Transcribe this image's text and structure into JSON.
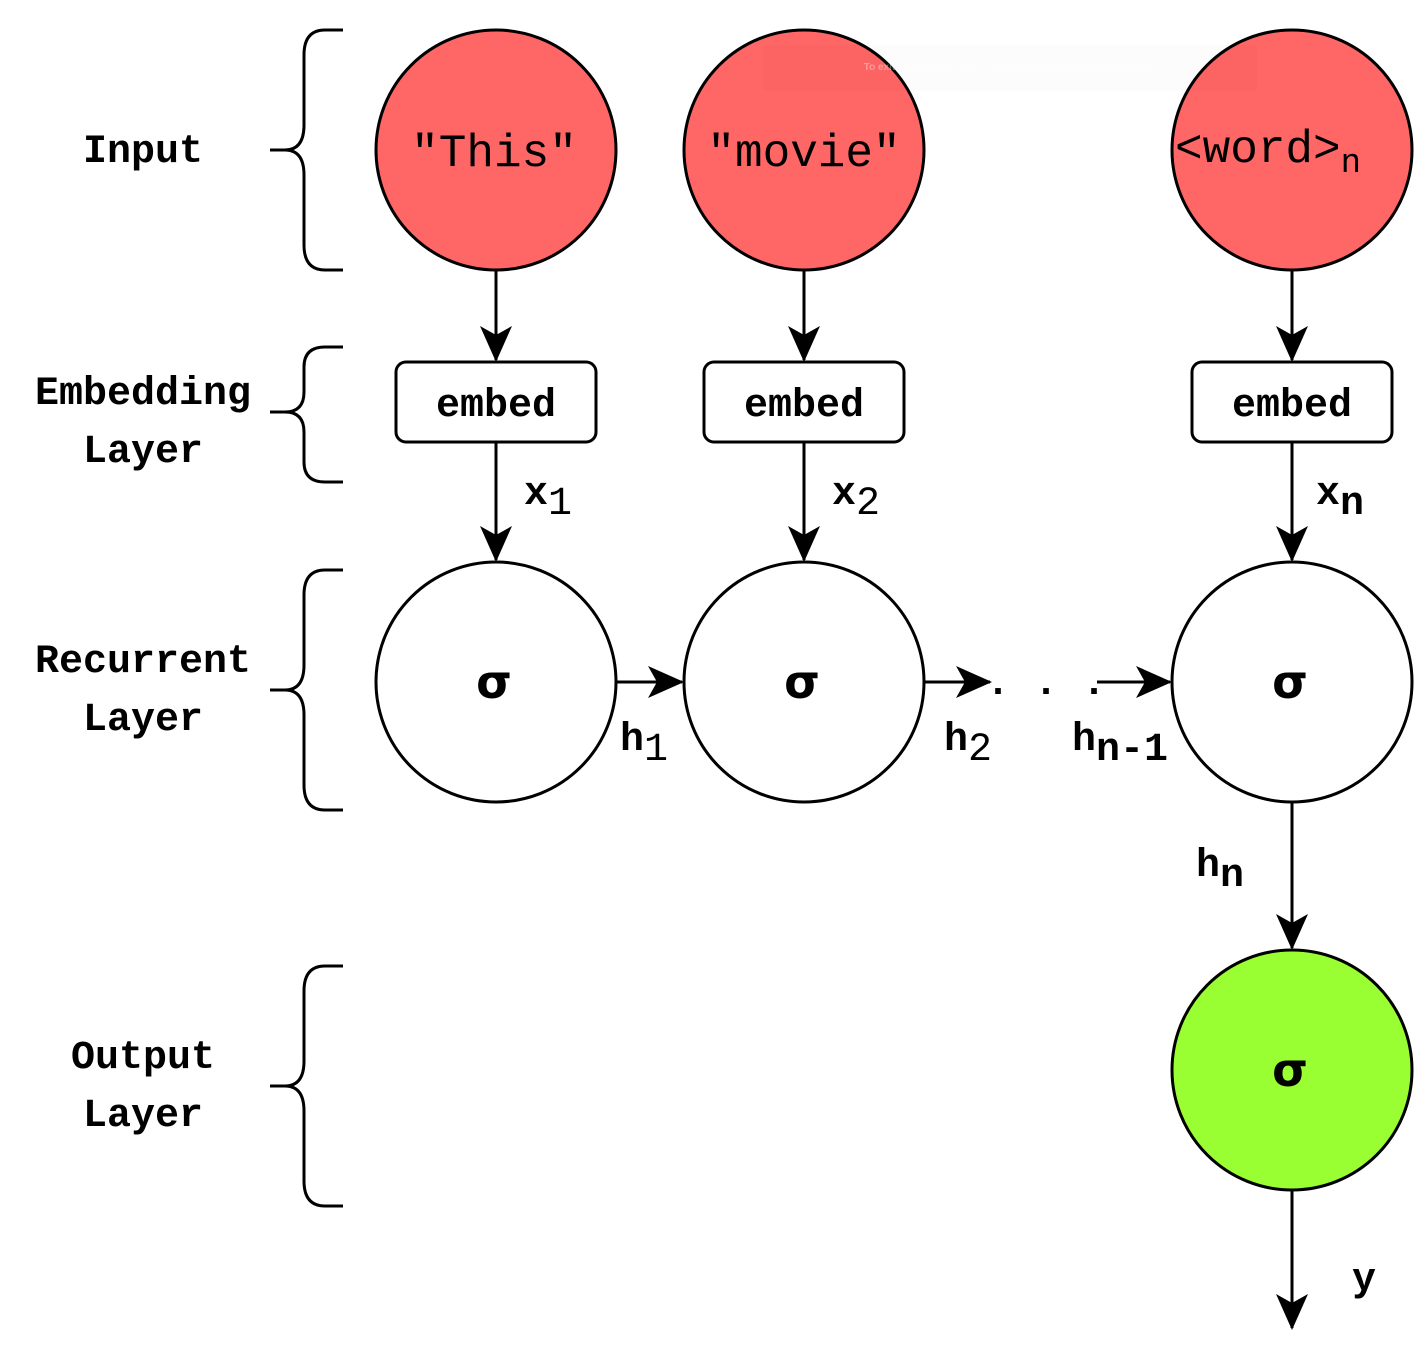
{
  "layers": {
    "input": [
      "Input"
    ],
    "embedding": [
      "Embedding",
      "Layer"
    ],
    "recurrent": [
      "Recurrent",
      "Layer"
    ],
    "output": [
      "Output",
      "Layer"
    ]
  },
  "inputs": [
    {
      "text": "\"This\"",
      "sub": ""
    },
    {
      "text": "\"movie\"",
      "sub": ""
    },
    {
      "text": "<word>",
      "sub": "n"
    }
  ],
  "embed_label": "embed",
  "x_labels": [
    {
      "b": "x",
      "s": "1"
    },
    {
      "b": "x",
      "s": "2"
    },
    {
      "b": "x",
      "s": "n"
    }
  ],
  "sigma": "σ",
  "h_labels": [
    {
      "b": "h",
      "s": "1"
    },
    {
      "b": "h",
      "s": "2"
    },
    {
      "b": "h",
      "s": "n-1"
    },
    {
      "b": "h",
      "s": "n"
    }
  ],
  "ellipsis": ". . .",
  "output_label": "y",
  "toast": "To exit full screen, move mouse to top of screen or press Esc",
  "colors": {
    "input_fill": "#FF6666",
    "output_fill": "#99FF33",
    "stroke": "#000000"
  }
}
